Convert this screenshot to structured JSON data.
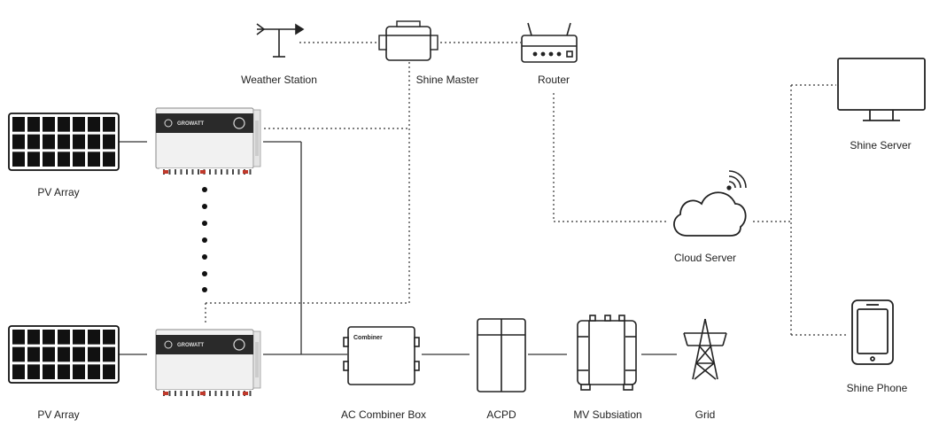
{
  "labels": {
    "weather_station": "Weather Station",
    "shine_master": "Shine Master",
    "router": "Router",
    "shine_server": "Shine Server",
    "pv_array_top": "PV Array",
    "cloud_server": "Cloud Server",
    "pv_array_bottom": "PV Array",
    "ac_combiner_box": "AC Combiner Box",
    "acpd": "ACPD",
    "mv_substation": "MV Subsiation",
    "grid": "Grid",
    "shine_phone": "Shine Phone",
    "combiner_text": "Combiner"
  },
  "inverter_brand": "GROWATT",
  "colors": {
    "line": "#333333",
    "accent": "#c0392b"
  }
}
